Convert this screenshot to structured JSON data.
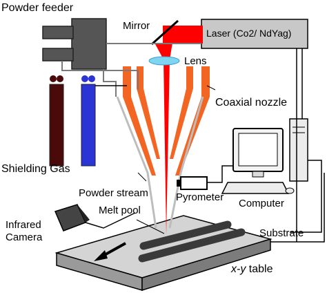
{
  "labels": {
    "powder_feeder": "Powder feeder",
    "mirror": "Mirror",
    "laser": "Laser (Co2/ NdYag)",
    "lens": "Lens",
    "coaxial_nozzle": "Coaxial nozzle",
    "shielding_gas": "Shielding Gas",
    "powder_stream": "Powder stream",
    "pyrometer": "Pyrometer",
    "computer": "Computer",
    "melt_pool": "Melt pool",
    "infrared_camera_line1": "Infrared",
    "infrared_camera_line2": "Camera",
    "substrate": "Substrate",
    "xy_table_italic": "x-y",
    "xy_table_rest": " table"
  },
  "colors": {
    "laser_beam": "#ff0000",
    "nozzle": "#f26522",
    "gas_cylinder_dark": "#4a0a0a",
    "gas_cylinder_blue": "#2b35d6",
    "lens": "#7fd4f0",
    "laser_box": "#c8c8c8",
    "feeder": "#555555",
    "table_top": "#d4d4d4",
    "table_side": "#8a8a8a",
    "clad_track": "#444444"
  }
}
